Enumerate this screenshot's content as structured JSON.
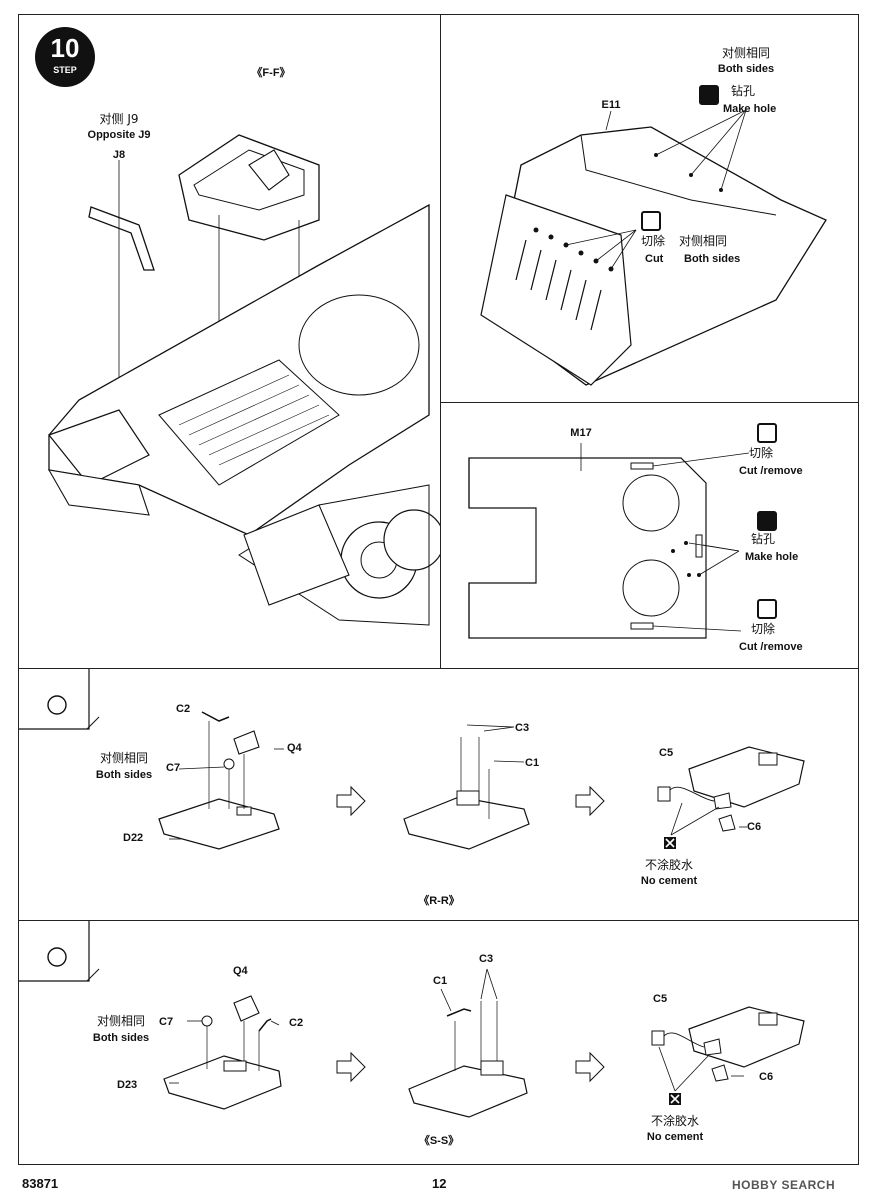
{
  "step": {
    "number": "10",
    "label": "STEP"
  },
  "panel_main": {
    "section_ff": "《F-F》",
    "opposite_zh": "对侧 J9",
    "opposite_en": "Opposite J9",
    "part_j8": "J8"
  },
  "panel_e11": {
    "part": "E11",
    "both_zh": "对侧相同",
    "both_en": "Both sides",
    "hole_zh": "钻孔",
    "hole_en": "Make hole",
    "cut_zh": "切除",
    "cut_en": "Cut",
    "both2_zh": "对侧相同",
    "both2_en": "Both sides"
  },
  "panel_m17": {
    "part": "M17",
    "cut1_zh": "切除",
    "cut1_en": "Cut /remove",
    "hole_zh": "钻孔",
    "hole_en": "Make hole",
    "cut2_zh": "切除",
    "cut2_en": "Cut /remove"
  },
  "panel_rr": {
    "section": "《R-R》",
    "c2": "C2",
    "q4": "Q4",
    "c7": "C7",
    "d22": "D22",
    "both_zh": "对侧相同",
    "both_en": "Both sides",
    "c3": "C3",
    "c1": "C1",
    "c5": "C5",
    "c6": "C6",
    "nocement_zh": "不涂胶水",
    "nocement_en": "No cement"
  },
  "panel_ss": {
    "section": "《S-S》",
    "q4": "Q4",
    "c7": "C7",
    "c2": "C2",
    "d23": "D23",
    "both_zh": "对侧相同",
    "both_en": "Both sides",
    "c1": "C1",
    "c3": "C3",
    "c5": "C5",
    "c6": "C6",
    "nocement_zh": "不涂胶水",
    "nocement_en": "No cement"
  },
  "footer": {
    "code": "83871",
    "page": "12",
    "watermark": "HOBBY SEARCH"
  }
}
